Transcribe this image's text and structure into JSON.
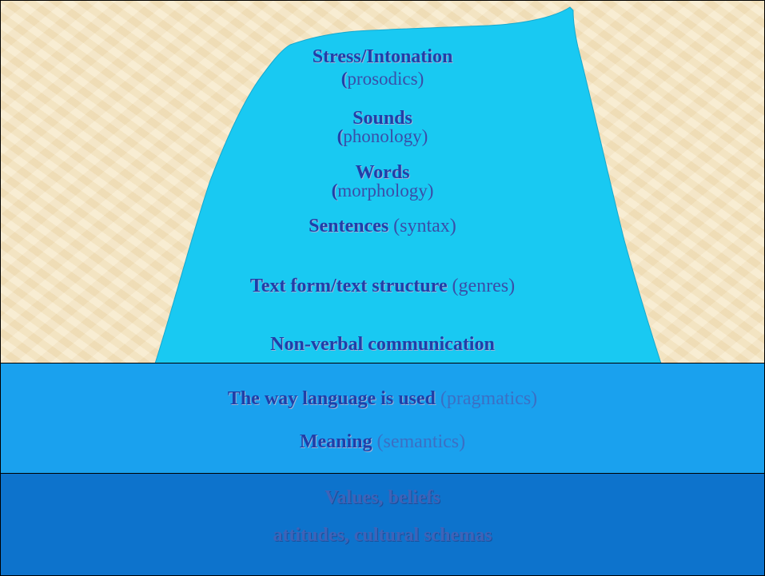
{
  "iceberg_top": [
    {
      "term": "Stress/Intonation",
      "open": "(",
      "gloss": "prosodics)"
    },
    {
      "term": "Sounds",
      "open": "(",
      "gloss": "phonology)"
    },
    {
      "term": "Words",
      "open": "(",
      "gloss": "morphology)"
    }
  ],
  "sentences": {
    "term": "Sentences",
    "gloss": "(syntax)"
  },
  "text_form": {
    "term": "Text form/text structure",
    "gloss": "(genres)"
  },
  "nonverbal": {
    "term": "Non-verbal communication"
  },
  "waterline": [
    {
      "term": "The way language is used",
      "gloss": "(pragmatics)"
    },
    {
      "term": "Meaning",
      "gloss": "(semantics)"
    }
  ],
  "deep": {
    "line1": "Values, beliefs",
    "line2": "attitudes, cultural schemas"
  },
  "colors": {
    "sky": "#f6e6c2",
    "ice": "#19c9f2",
    "water_mid": "#1aa1ee",
    "water_deep": "#0d73cc",
    "text_bold": "#1f3fa8"
  }
}
